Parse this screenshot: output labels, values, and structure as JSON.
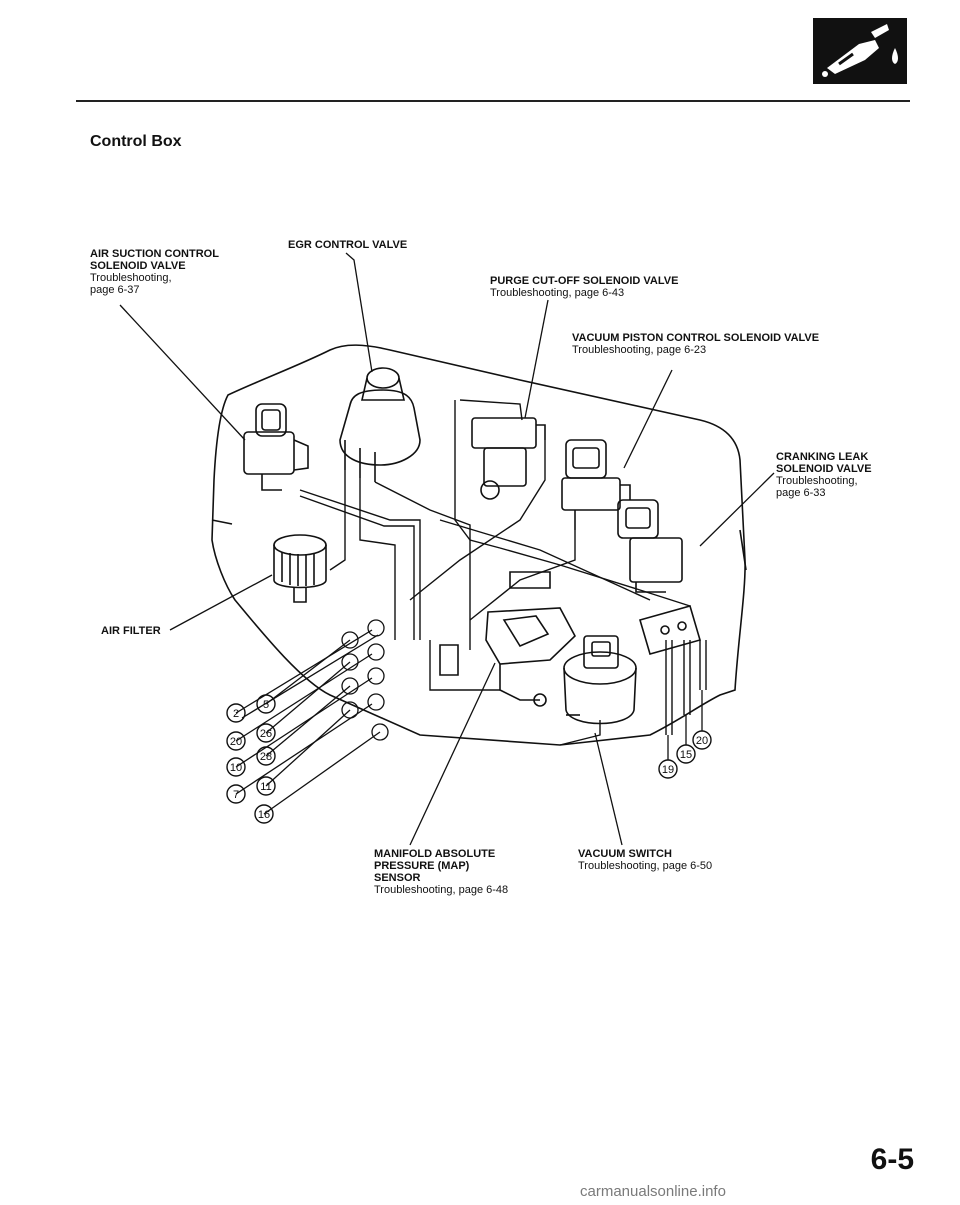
{
  "header": {
    "logo_icon": "fuel-emission-section-icon"
  },
  "section_title": "Control Box",
  "callouts": {
    "air_suction": {
      "name": [
        "AIR SUCTION CONTROL",
        "SOLENOID VALVE"
      ],
      "ts": [
        "Troubleshooting,",
        "page 6-37"
      ]
    },
    "egr": {
      "name": [
        "EGR CONTROL VALVE"
      ],
      "ts": []
    },
    "purge": {
      "name": [
        "PURGE CUT-OFF SOLENOID VALVE"
      ],
      "ts": [
        "Troubleshooting, page 6-43"
      ]
    },
    "vacuum_piston": {
      "name": [
        "VACUUM PISTON CONTROL SOLENOID VALVE"
      ],
      "ts": [
        "Troubleshooting, page 6-23"
      ]
    },
    "cranking_leak": {
      "name": [
        "CRANKING LEAK",
        "SOLENOID VALVE"
      ],
      "ts": [
        "Troubleshooting,",
        "page 6-33"
      ]
    },
    "air_filter": {
      "name": [
        "AIR FILTER"
      ],
      "ts": []
    },
    "map_sensor": {
      "name": [
        "MANIFOLD ABSOLUTE",
        "PRESSURE (MAP)",
        "SENSOR"
      ],
      "ts": [
        "Troubleshooting, page 6-48"
      ]
    },
    "vacuum_switch": {
      "name": [
        "VACUUM SWITCH"
      ],
      "ts": [
        "Troubleshooting, page 6-50"
      ]
    }
  },
  "hose_numbers": {
    "left": [
      "2",
      "5",
      "20",
      "26",
      "10",
      "28",
      "7",
      "11",
      "16"
    ],
    "right": [
      "20",
      "15",
      "19"
    ]
  },
  "page_number": "6-5",
  "watermark": "carmanualsonline.info"
}
